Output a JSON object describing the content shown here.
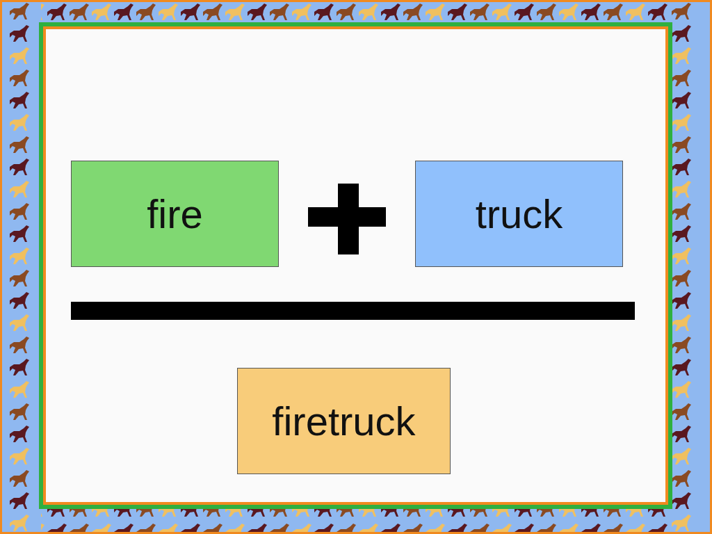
{
  "diagram": {
    "nodes": [
      {
        "text": [
          "fire"
        ]
      },
      {
        "text": [
          "truck"
        ]
      },
      {
        "text": [
          "firetruck"
        ]
      }
    ]
  }
}
